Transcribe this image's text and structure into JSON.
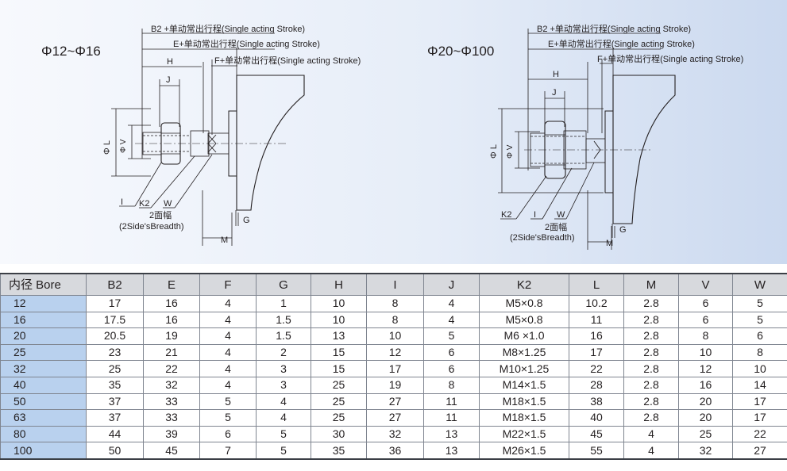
{
  "drawing_left": {
    "title": "Φ12~Φ16",
    "labels": {
      "b2": "B2 +单动常出行程(Single acting Stroke)",
      "e": "E+单动常出行程(Single acting Stroke)",
      "f": "F+单动常出行程(Single acting Stroke)",
      "h": "H",
      "j": "J",
      "phi_l": "Φ L",
      "phi_v": "Φ V",
      "i": "I",
      "k2": "K2",
      "w": "W",
      "breadth_cn": "2面幅",
      "breadth_en": "(2Side'sBreadth)",
      "g": "G",
      "m": "M"
    }
  },
  "drawing_right": {
    "title": "Φ20~Φ100",
    "labels": {
      "b2": "B2 +单动常出行程(Single acting Stroke)",
      "e": "E+单动常出行程(Single acting Stroke)",
      "f": "F+单动常出行程(Single acting Stroke)",
      "h": "H",
      "j": "J",
      "phi_l": "Φ L",
      "phi_v": "Φ V",
      "i": "I",
      "k2": "K2",
      "w": "W",
      "breadth_cn": "2面幅",
      "breadth_en": "(2Side'sBreadth)",
      "g": "G",
      "m": "M"
    }
  },
  "table": {
    "headers": [
      "内径 Bore",
      "B2",
      "E",
      "F",
      "G",
      "H",
      "I",
      "J",
      "K2",
      "L",
      "M",
      "V",
      "W"
    ],
    "rows": [
      [
        "12",
        "17",
        "16",
        "4",
        "1",
        "10",
        "8",
        "4",
        "M5×0.8",
        "10.2",
        "2.8",
        "6",
        "5"
      ],
      [
        "16",
        "17.5",
        "16",
        "4",
        "1.5",
        "10",
        "8",
        "4",
        "M5×0.8",
        "11",
        "2.8",
        "6",
        "5"
      ],
      [
        "20",
        "20.5",
        "19",
        "4",
        "1.5",
        "13",
        "10",
        "5",
        "M6 ×1.0",
        "16",
        "2.8",
        "8",
        "6"
      ],
      [
        "25",
        "23",
        "21",
        "4",
        "2",
        "15",
        "12",
        "6",
        "M8×1.25",
        "17",
        "2.8",
        "10",
        "8"
      ],
      [
        "32",
        "25",
        "22",
        "4",
        "3",
        "15",
        "17",
        "6",
        "M10×1.25",
        "22",
        "2.8",
        "12",
        "10"
      ],
      [
        "40",
        "35",
        "32",
        "4",
        "3",
        "25",
        "19",
        "8",
        "M14×1.5",
        "28",
        "2.8",
        "16",
        "14"
      ],
      [
        "50",
        "37",
        "33",
        "5",
        "4",
        "25",
        "27",
        "11",
        "M18×1.5",
        "38",
        "2.8",
        "20",
        "17"
      ],
      [
        "63",
        "37",
        "33",
        "5",
        "4",
        "25",
        "27",
        "11",
        "M18×1.5",
        "40",
        "2.8",
        "20",
        "17"
      ],
      [
        "80",
        "44",
        "39",
        "6",
        "5",
        "30",
        "32",
        "13",
        "M22×1.5",
        "45",
        "4",
        "25",
        "22"
      ],
      [
        "100",
        "50",
        "45",
        "7",
        "5",
        "35",
        "36",
        "13",
        "M26×1.5",
        "55",
        "4",
        "32",
        "27"
      ]
    ]
  }
}
